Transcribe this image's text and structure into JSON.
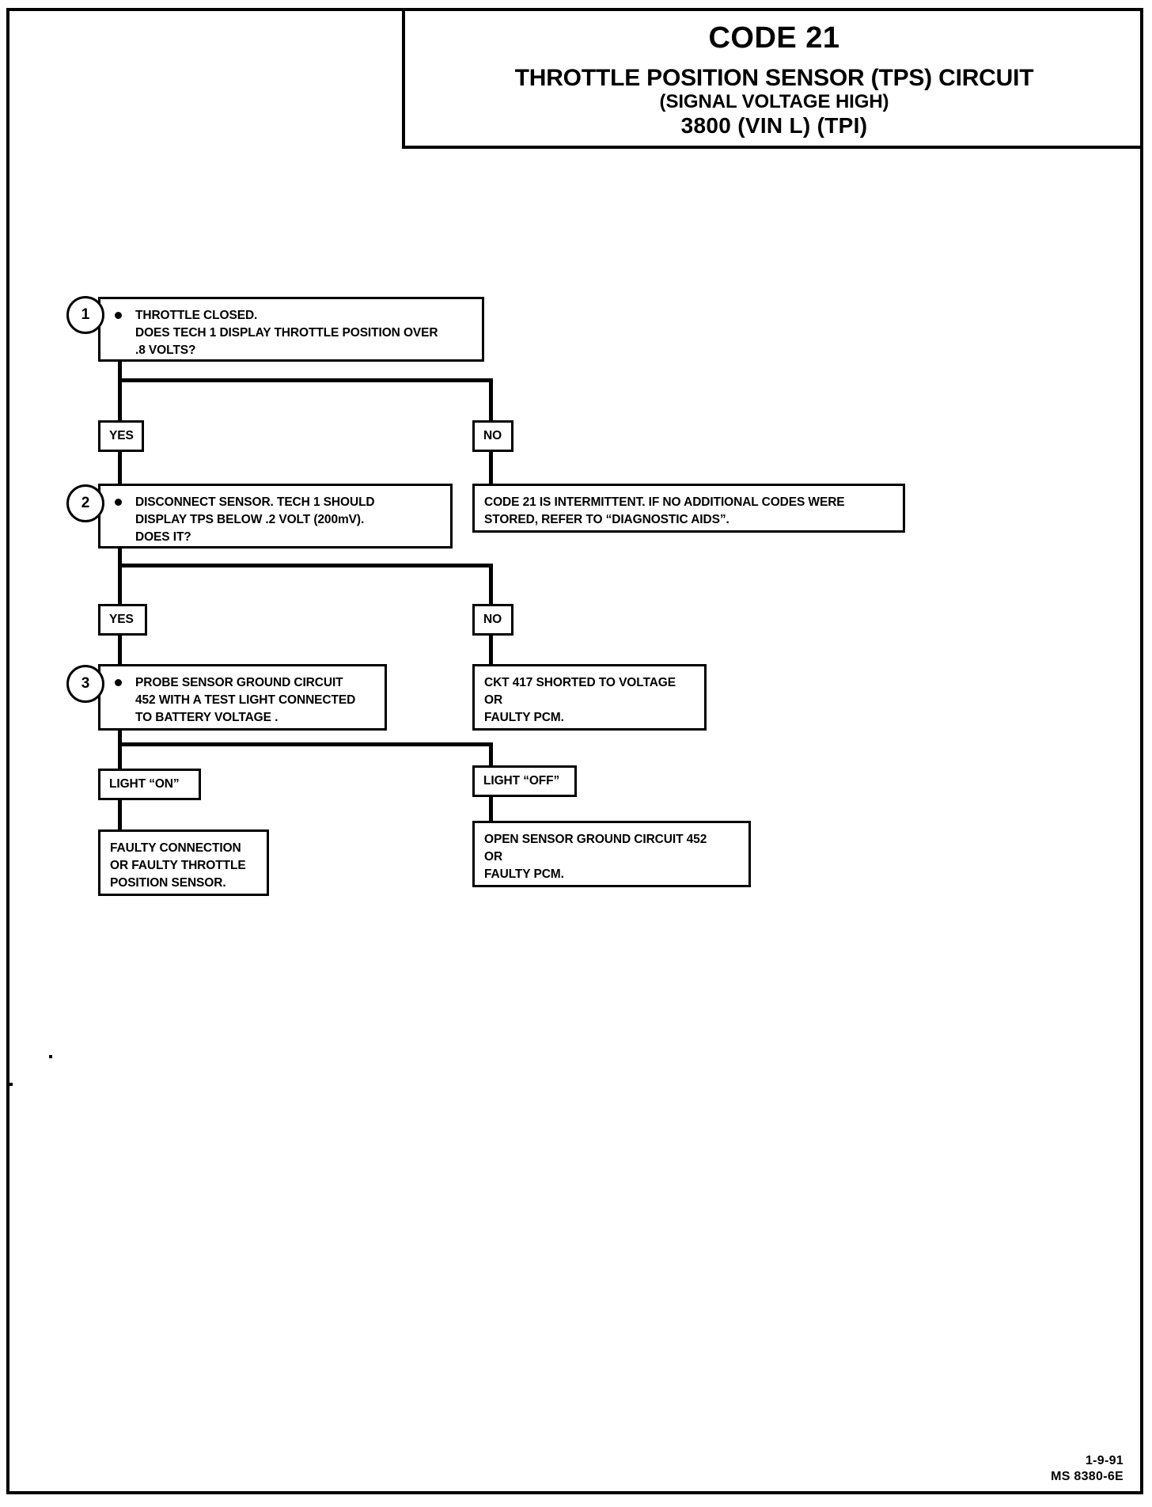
{
  "title": {
    "code": "CODE 21",
    "main": "THROTTLE POSITION SENSOR (TPS) CIRCUIT",
    "sub": "(SIGNAL VOLTAGE HIGH)",
    "engine": "3800  (VIN L)  (TPI)"
  },
  "steps": {
    "one": {
      "number": "1",
      "text": "THROTTLE CLOSED.\nDOES TECH 1 DISPLAY THROTTLE POSITION  OVER\n.8 VOLTS?"
    },
    "two": {
      "number": "2",
      "text": "DISCONNECT SENSOR. TECH 1 SHOULD\nDISPLAY TPS BELOW .2 VOLT (200mV).\nDOES IT?"
    },
    "three": {
      "number": "3",
      "text": "PROBE SENSOR GROUND CIRCUIT\n452 WITH A TEST LIGHT CONNECTED\nTO BATTERY VOLTAGE ."
    }
  },
  "labels": {
    "yes_1": "YES",
    "no_1": "NO",
    "yes_2": "YES",
    "no_2": "NO",
    "light_on": "LIGHT “ON”",
    "light_off": "LIGHT “OFF”"
  },
  "outcomes": {
    "intermittent": "CODE 21 IS INTERMITTENT.  IF NO ADDITIONAL CODES WERE\nSTORED, REFER TO  “DIAGNOSTIC AIDS”.",
    "ckt417": "CKT 417 SHORTED TO VOLTAGE\nOR\nFAULTY PCM.",
    "faulty_connection": "FAULTY CONNECTION\nOR FAULTY THROTTLE\nPOSITION SENSOR.",
    "open_ground": "OPEN SENSOR GROUND CIRCUIT 452\nOR\nFAULTY PCM."
  },
  "footer": {
    "date": "1-9-91",
    "doc_id": "MS 8380-6E"
  },
  "colors": {
    "ink": "#000000",
    "paper": "#ffffff"
  }
}
